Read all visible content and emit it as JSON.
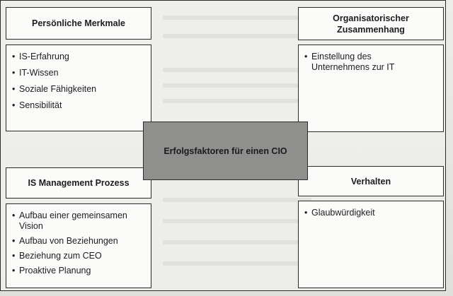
{
  "diagram": {
    "center": "Erfolgsfaktoren für einen CIO",
    "top_left": {
      "title": "Persönliche Merkmale",
      "items": [
        "IS-Erfahrung",
        "IT-Wissen",
        "Soziale Fähigkeiten",
        "Sensibilität"
      ]
    },
    "top_right": {
      "title_line1": "Organisatorischer",
      "title_line2": "Zusammenhang",
      "items": [
        "Einstellung des Unternehmens zur IT"
      ]
    },
    "bottom_left": {
      "title": "IS Management Prozess",
      "items": [
        "Aufbau einer gemeinsamen Vision",
        "Aufbau von Beziehungen",
        "Beziehung zum CEO",
        "Proaktive Planung"
      ]
    },
    "bottom_right": {
      "title": "Verhalten",
      "items": [
        "Glaubwürdigkeit"
      ]
    }
  },
  "colors": {
    "center_fill": "#8f8f8e",
    "box_fill": "#fbfbfa",
    "border": "#2a2a2a"
  }
}
